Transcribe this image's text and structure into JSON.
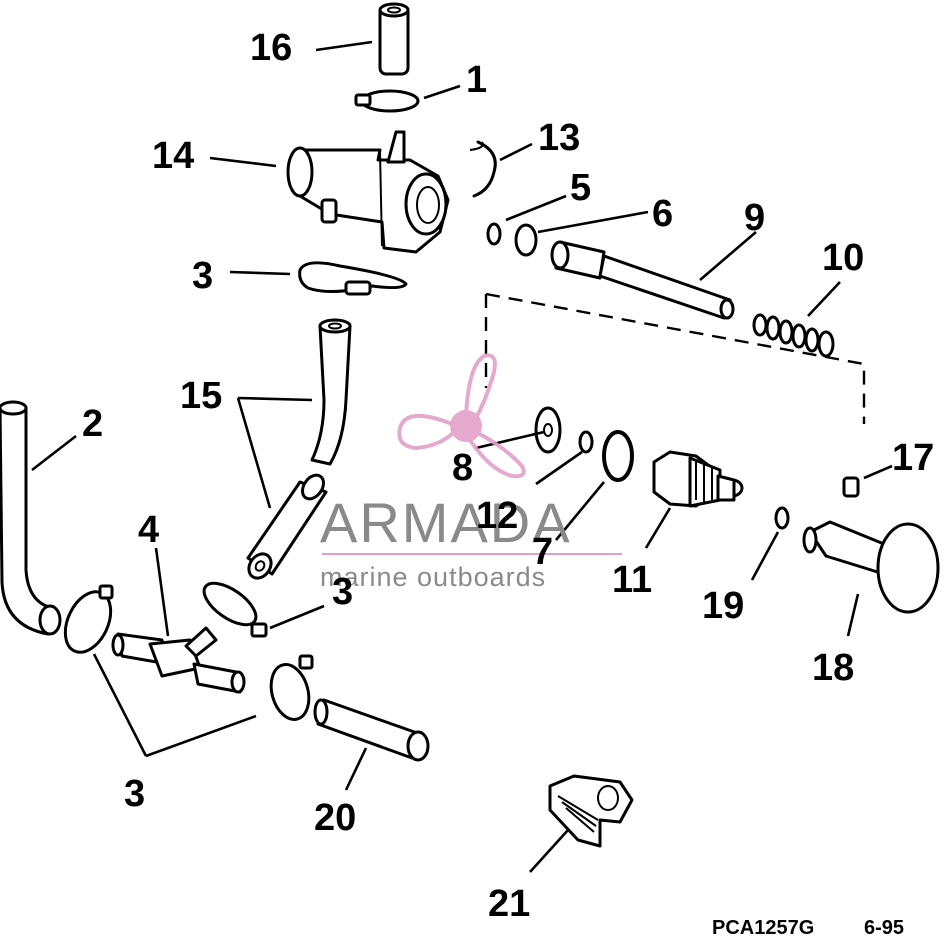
{
  "diagram": {
    "reference": "PCA1257G",
    "date": "6-95"
  },
  "watermark": {
    "brand": "ARMADA",
    "tagline": "marine outboards",
    "color": "#e2a0c8",
    "logo_icon": "propeller-logo-icon"
  },
  "callouts": [
    {
      "id": "c16",
      "label": "16"
    },
    {
      "id": "c1",
      "label": "1"
    },
    {
      "id": "c14",
      "label": "14"
    },
    {
      "id": "c13",
      "label": "13"
    },
    {
      "id": "c5",
      "label": "5"
    },
    {
      "id": "c6",
      "label": "6"
    },
    {
      "id": "c9",
      "label": "9"
    },
    {
      "id": "c3a",
      "label": "3"
    },
    {
      "id": "c10",
      "label": "10"
    },
    {
      "id": "c2",
      "label": "2"
    },
    {
      "id": "c15",
      "label": "15"
    },
    {
      "id": "c8",
      "label": "8"
    },
    {
      "id": "c17",
      "label": "17"
    },
    {
      "id": "c12",
      "label": "12"
    },
    {
      "id": "c4",
      "label": "4"
    },
    {
      "id": "c7",
      "label": "7"
    },
    {
      "id": "c11",
      "label": "11"
    },
    {
      "id": "c3b",
      "label": "3"
    },
    {
      "id": "c19",
      "label": "19"
    },
    {
      "id": "c18",
      "label": "18"
    },
    {
      "id": "c3c",
      "label": "3"
    },
    {
      "id": "c20",
      "label": "20"
    },
    {
      "id": "c21",
      "label": "21"
    }
  ]
}
